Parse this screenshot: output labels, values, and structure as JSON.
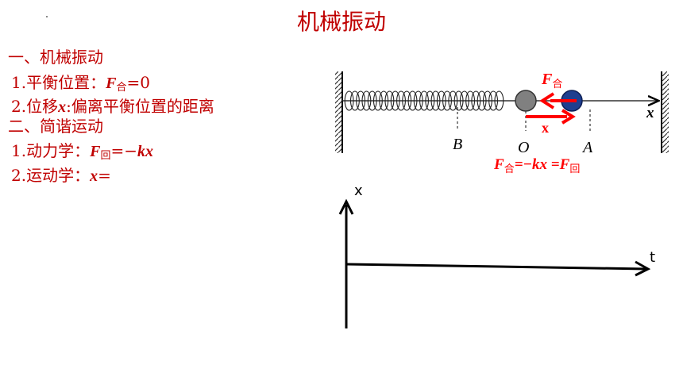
{
  "title": "机械振动",
  "notes": {
    "s1_head": "一、机械振动",
    "s1_i1_pre": "1.平衡位置：",
    "s1_i1_F": "F",
    "s1_i1_sub": "合",
    "s1_i1_post": "=0",
    "s1_i2_pre": "2.位移",
    "s1_i2_x": "x",
    "s1_i2_post": ":偏离平衡位置的距离",
    "s2_head": "二、简谐运动",
    "s2_i1_pre": "1.动力学：",
    "s2_i1_F": "F",
    "s2_i1_sub": "回",
    "s2_i1_post": "=−",
    "s2_i1_kx": "kx",
    "s2_i2_pre": "2.运动学：",
    "s2_i2_x": "x",
    "s2_i2_post": "="
  },
  "diagram": {
    "axis_label": "x",
    "point_B": "B",
    "point_O": "O",
    "point_A": "A",
    "force_F": "F",
    "force_sub": "合",
    "disp_label": "x",
    "eq_F1": "F",
    "eq_sub1": "合",
    "eq_mid": "=−kx =",
    "eq_F2": "F",
    "eq_sub2": "回"
  },
  "graph": {
    "y_label": "x",
    "x_label": "t"
  },
  "colors": {
    "accent": "#c00000",
    "ball_gray": "#808080",
    "ball_blue": "#1f3f8f",
    "arrow_red": "#ff0000"
  }
}
